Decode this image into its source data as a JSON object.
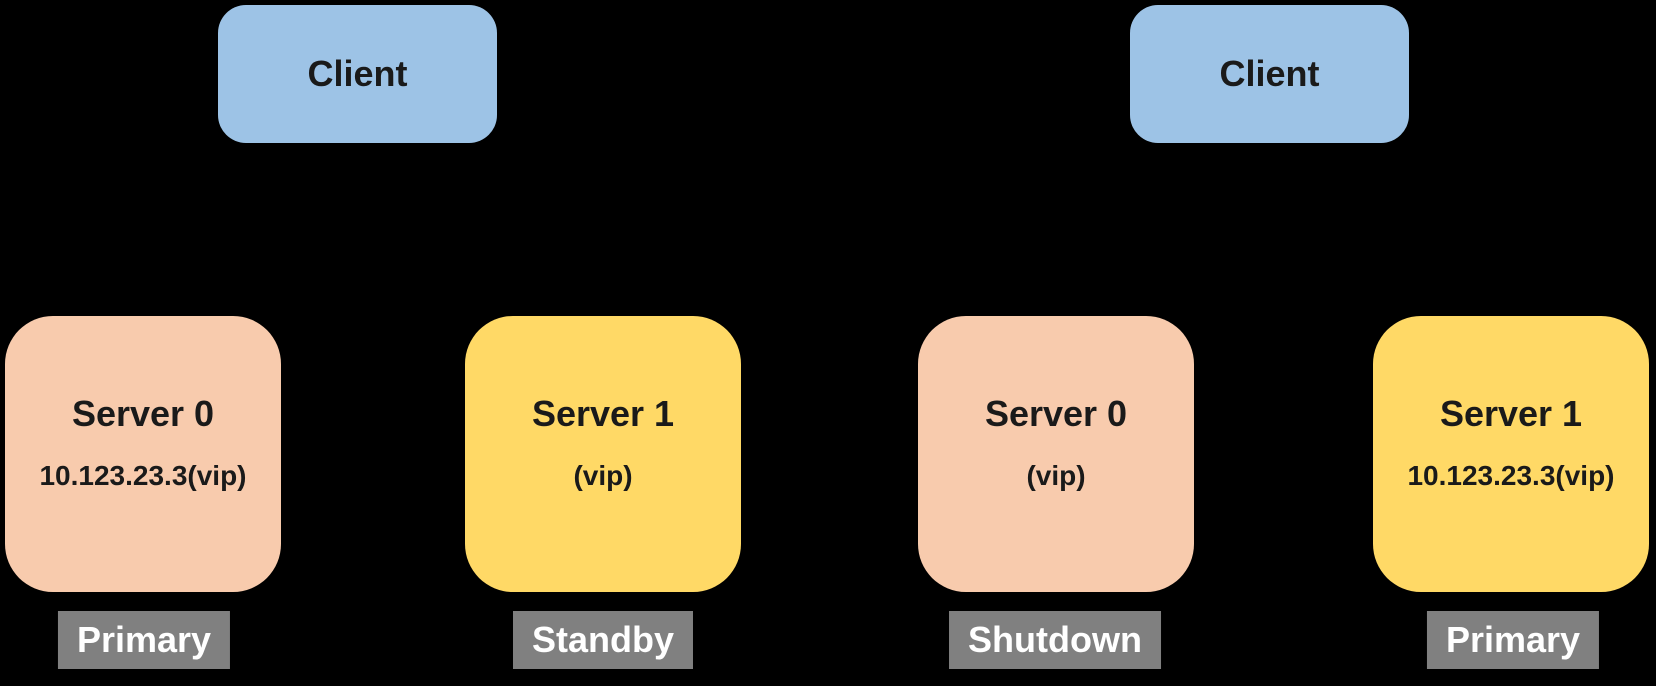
{
  "diagram": {
    "description": "database failover diagram with clients and vip servers",
    "colors": {
      "background": "#000000",
      "client_box": "#9DC3E6",
      "server0_box": "#F8CBAD",
      "server1_box": "#FFD966",
      "badge_background": "#808080",
      "badge_text": "#FFFFFF",
      "box_text": "#000000"
    },
    "scenes": [
      {
        "client": {
          "label": "Client"
        },
        "servers": [
          {
            "title": "Server 0",
            "subtitle": "10.123.23.3(vip)",
            "badge": "Primary",
            "color": "#F8CBAD"
          },
          {
            "title": "Server 1",
            "subtitle": "(vip)",
            "badge": "Standby",
            "color": "#FFD966"
          }
        ]
      },
      {
        "client": {
          "label": "Client"
        },
        "servers": [
          {
            "title": "Server 0",
            "subtitle": "(vip)",
            "badge": "Shutdown",
            "color": "#F8CBAD"
          },
          {
            "title": "Server 1",
            "subtitle": "10.123.23.3(vip)",
            "badge": "Primary",
            "color": "#FFD966"
          }
        ]
      }
    ]
  }
}
